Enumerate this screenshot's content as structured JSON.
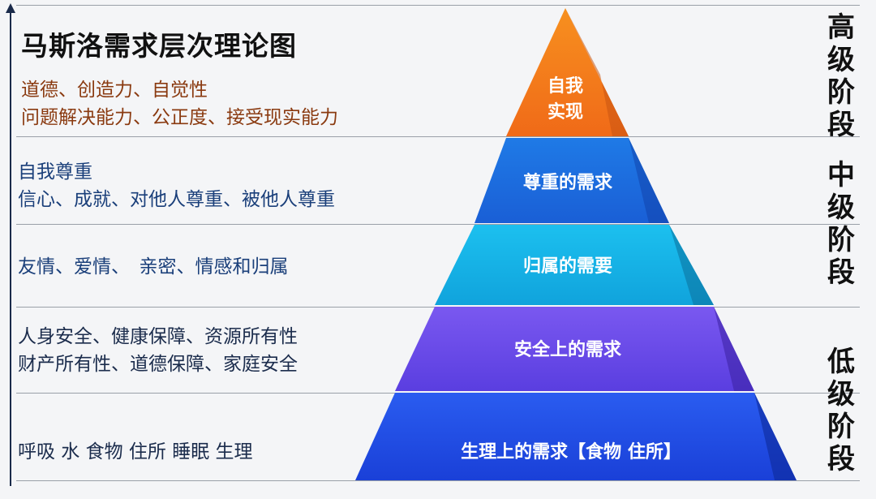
{
  "title": "马斯洛需求层次理论图",
  "levels": [
    {
      "tier": [
        "自我",
        "实现"
      ],
      "description": [
        "道德、创造力、自觉性",
        "问题解决能力、公正度、接受现实能力"
      ],
      "color": "#f47a1f"
    },
    {
      "tier": [
        "尊重的需求"
      ],
      "description": [
        "自我尊重",
        "信心、成就、对他人尊重、被他人尊重"
      ],
      "color": "#1e6fe0"
    },
    {
      "tier": [
        "归属的需要"
      ],
      "description": [
        "友情、爱情、　亲密、情感和归属"
      ],
      "color": "#14b2e6"
    },
    {
      "tier": [
        "安全上的需求"
      ],
      "description": [
        "人身安全、健康保障、资源所有性",
        "财产所有性、道德保障、家庭安全"
      ],
      "color": "#6a4ae6"
    },
    {
      "tier": [
        "生理上的需求【食物 住所】"
      ],
      "description": [
        "呼吸 水 食物 住所 睡眠 生理"
      ],
      "color": "#1f4fe6"
    }
  ],
  "stages": {
    "high": [
      "高",
      "级",
      "阶",
      "段"
    ],
    "mid": [
      "中",
      "级",
      "阶",
      "段"
    ],
    "low": [
      "低",
      "级",
      "阶",
      "段"
    ]
  }
}
